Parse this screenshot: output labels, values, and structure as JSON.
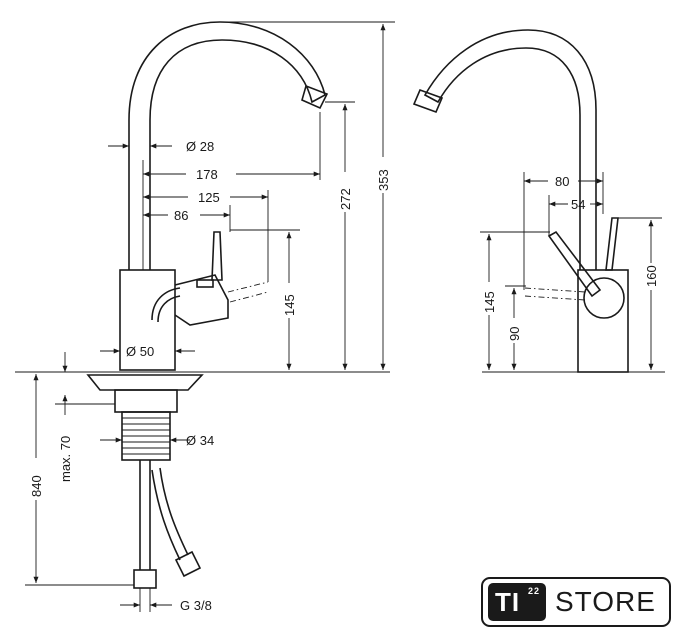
{
  "drawing": {
    "front_view": {
      "dim_spout_diameter": "Ø 28",
      "dim_reach": "178",
      "dim_lever_reach": "125",
      "dim_lever_axis": "86",
      "dim_body_diameter": "Ø 50",
      "dim_lever_height": "145",
      "dim_spout_outlet_height": "272",
      "dim_total_height": "353",
      "dim_thread_diameter": "Ø 34",
      "dim_max_thickness": "max. 70",
      "dim_hose_length": "840",
      "dim_connection": "G 3/8"
    },
    "side_view": {
      "dim_lever_offset_80": "80",
      "dim_lever_offset_54": "54",
      "dim_body_height": "160",
      "dim_lever_height": "145",
      "dim_lever_pivot": "90"
    }
  },
  "logo": {
    "mark": "TI",
    "superscript": "22",
    "word": "STORE"
  }
}
